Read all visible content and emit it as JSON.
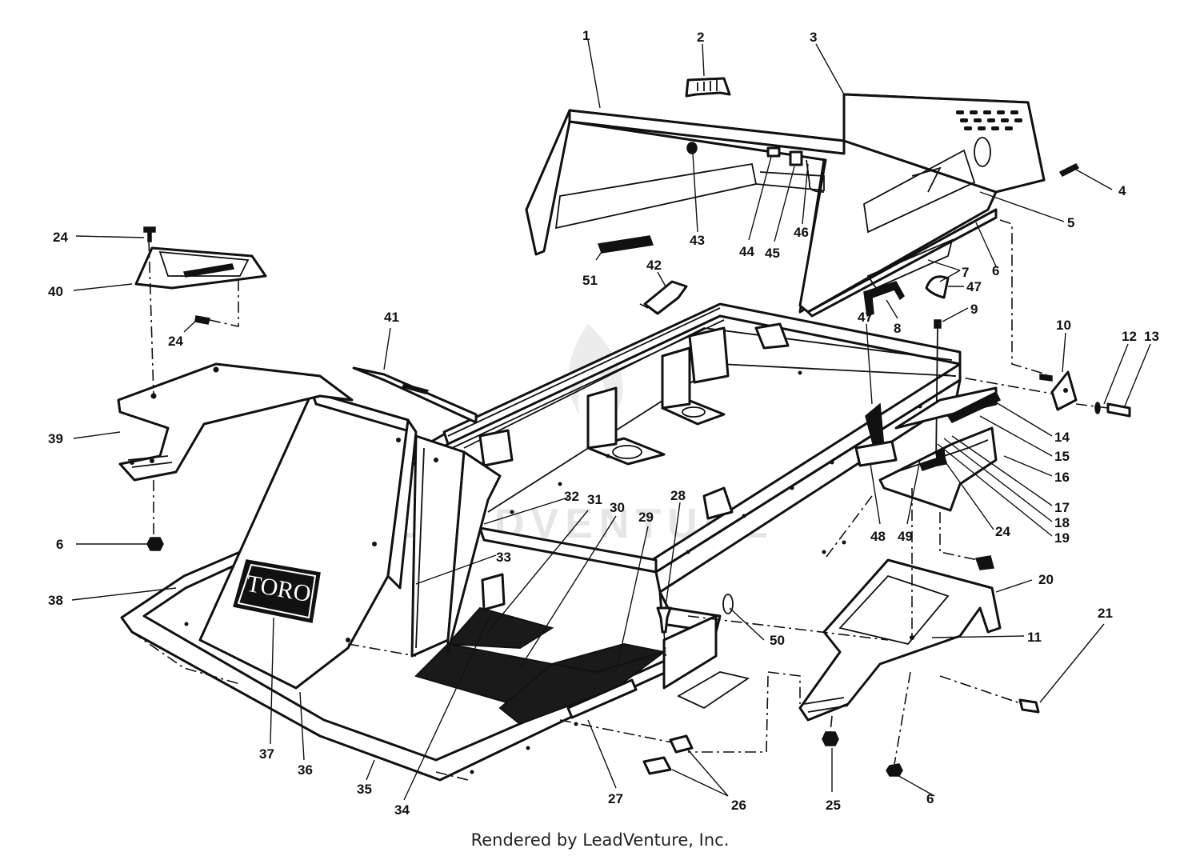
{
  "diagram": {
    "callouts": [
      {
        "id": "1",
        "text": "1"
      },
      {
        "id": "2",
        "text": "2"
      },
      {
        "id": "3",
        "text": "3"
      },
      {
        "id": "4",
        "text": "4"
      },
      {
        "id": "5",
        "text": "5"
      },
      {
        "id": "6a",
        "text": "6"
      },
      {
        "id": "6b",
        "text": "6"
      },
      {
        "id": "6c",
        "text": "6"
      },
      {
        "id": "7",
        "text": "7"
      },
      {
        "id": "8",
        "text": "8"
      },
      {
        "id": "9",
        "text": "9"
      },
      {
        "id": "10",
        "text": "10"
      },
      {
        "id": "11",
        "text": "11"
      },
      {
        "id": "12",
        "text": "12"
      },
      {
        "id": "13",
        "text": "13"
      },
      {
        "id": "14",
        "text": "14"
      },
      {
        "id": "15",
        "text": "15"
      },
      {
        "id": "16",
        "text": "16"
      },
      {
        "id": "17",
        "text": "17"
      },
      {
        "id": "18",
        "text": "18"
      },
      {
        "id": "19",
        "text": "19"
      },
      {
        "id": "20",
        "text": "20"
      },
      {
        "id": "21",
        "text": "21"
      },
      {
        "id": "24a",
        "text": "24"
      },
      {
        "id": "24b",
        "text": "24"
      },
      {
        "id": "24c",
        "text": "24"
      },
      {
        "id": "25",
        "text": "25"
      },
      {
        "id": "26",
        "text": "26"
      },
      {
        "id": "27",
        "text": "27"
      },
      {
        "id": "28",
        "text": "28"
      },
      {
        "id": "29",
        "text": "29"
      },
      {
        "id": "30",
        "text": "30"
      },
      {
        "id": "31",
        "text": "31"
      },
      {
        "id": "32",
        "text": "32"
      },
      {
        "id": "33",
        "text": "33"
      },
      {
        "id": "34",
        "text": "34"
      },
      {
        "id": "35",
        "text": "35"
      },
      {
        "id": "36",
        "text": "36"
      },
      {
        "id": "37",
        "text": "37"
      },
      {
        "id": "38",
        "text": "38"
      },
      {
        "id": "39",
        "text": "39"
      },
      {
        "id": "40",
        "text": "40"
      },
      {
        "id": "41",
        "text": "41"
      },
      {
        "id": "42",
        "text": "42"
      },
      {
        "id": "43",
        "text": "43"
      },
      {
        "id": "44",
        "text": "44"
      },
      {
        "id": "45",
        "text": "45"
      },
      {
        "id": "46",
        "text": "46"
      },
      {
        "id": "47a",
        "text": "47"
      },
      {
        "id": "47b",
        "text": "47"
      },
      {
        "id": "48",
        "text": "48"
      },
      {
        "id": "49",
        "text": "49"
      },
      {
        "id": "50",
        "text": "50"
      },
      {
        "id": "51",
        "text": "51"
      }
    ],
    "logo_text": "TORO",
    "watermark": "LEADVENTURE"
  },
  "footer": {
    "text": "Rendered by LeadVenture, Inc."
  }
}
